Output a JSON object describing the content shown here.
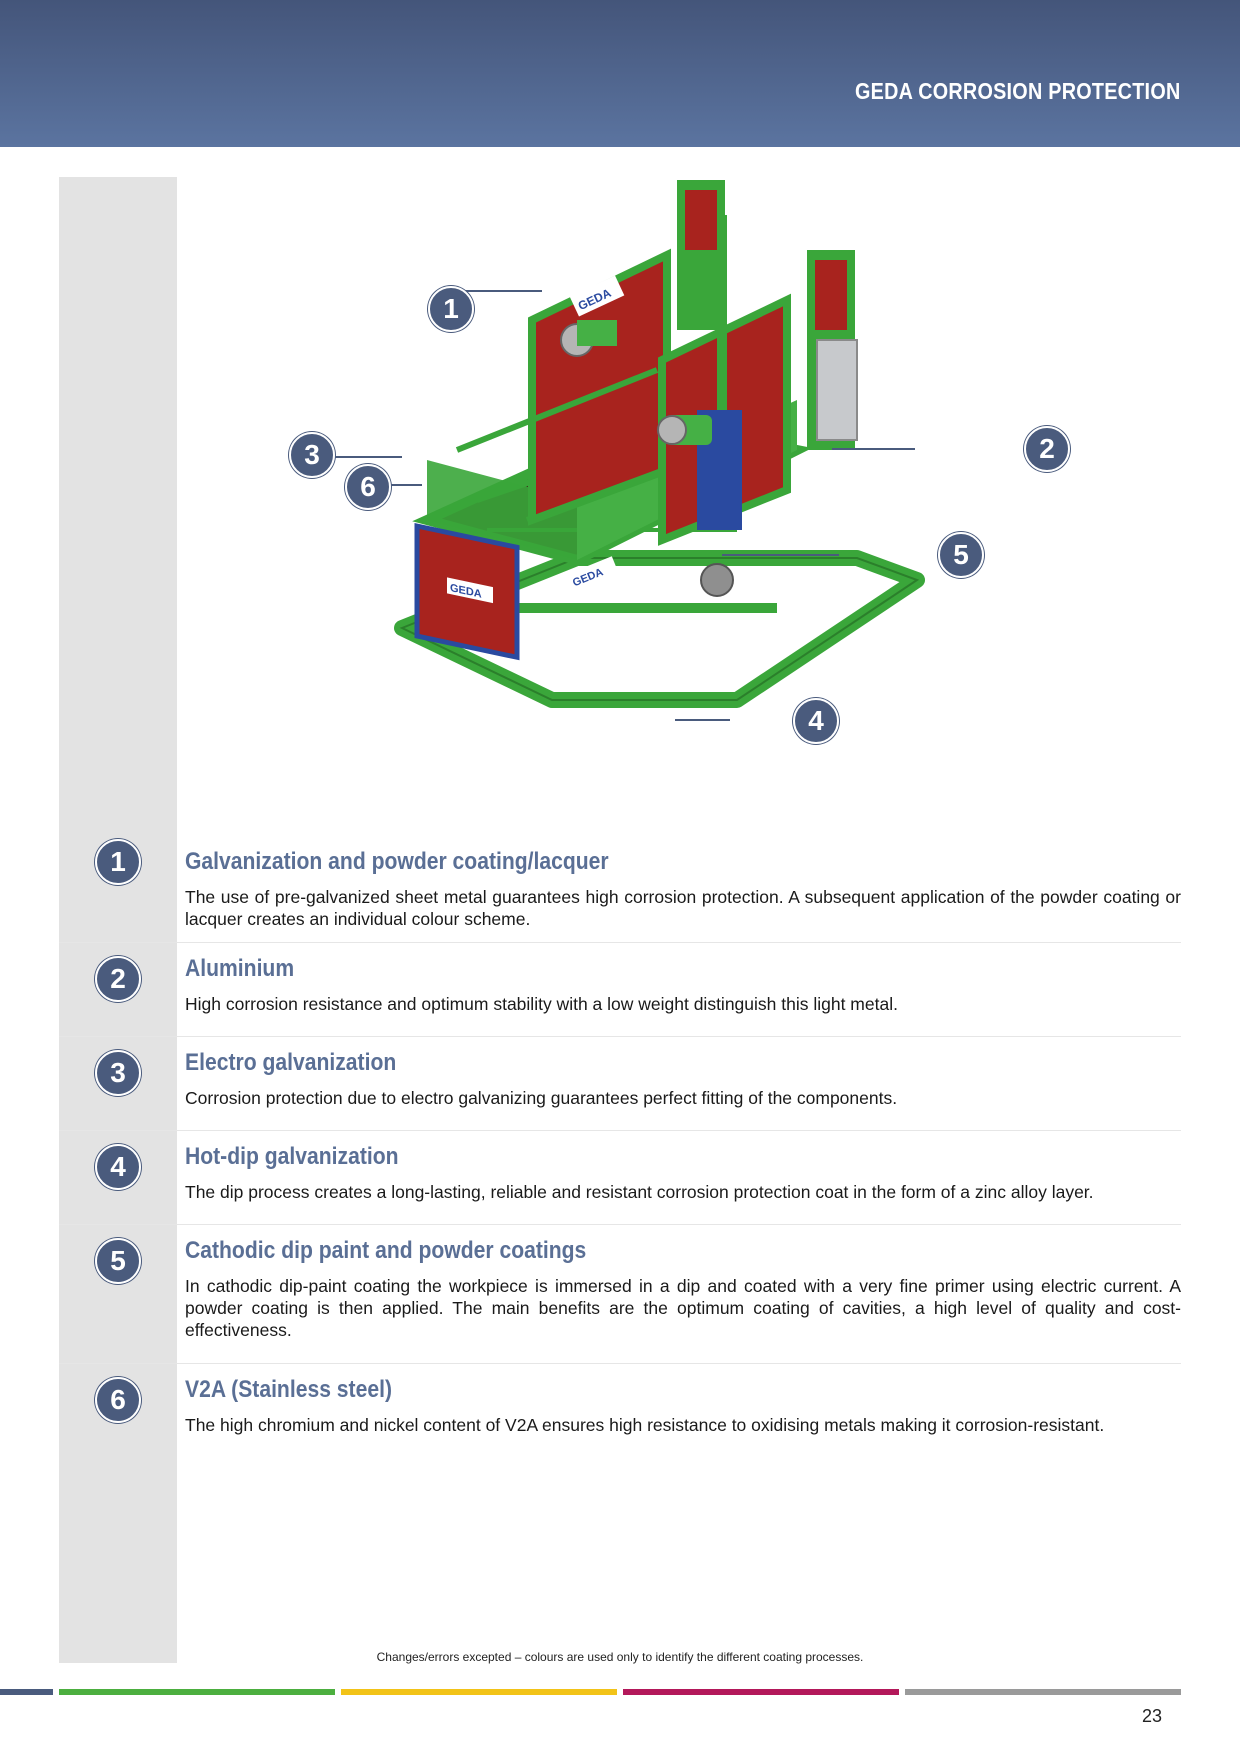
{
  "header": {
    "title": "GEDA CORROSION PROTECTION"
  },
  "figure": {
    "callouts": [
      "1",
      "2",
      "3",
      "6",
      "5",
      "4"
    ],
    "brand_labels": [
      "GEDA",
      "GEDA",
      "GEDA"
    ]
  },
  "sections": [
    {
      "number": "1",
      "title": "Galvanization and powder coating/lacquer",
      "text": "The use of pre-galvanized sheet metal guarantees high corrosion protection. A subsequent application of the powder coating or lacquer creates an individual colour scheme."
    },
    {
      "number": "2",
      "title": "Aluminium",
      "text": "High corrosion resistance and optimum stability with a low weight distinguish this light metal."
    },
    {
      "number": "3",
      "title": "Electro galvanization",
      "text": "Corrosion protection due to electro galvanizing guarantees perfect fitting of the components."
    },
    {
      "number": "4",
      "title": "Hot-dip galvanization",
      "text": "The dip process creates a long-lasting, reliable and resistant corrosion protection coat in the form of a zinc alloy layer."
    },
    {
      "number": "5",
      "title": "Cathodic dip paint and powder coatings",
      "text": "In cathodic dip-paint coating the workpiece is immersed in a dip and coated with a very fine primer using electric current. A powder coating is then applied. The main benefits are the optimum coating of cavities, a high level of quality and cost-effectiveness."
    },
    {
      "number": "6",
      "title": "V2A (Stainless steel)",
      "text": "The high chromium and nickel content of V2A ensures high resistance to oxidising metals making it corrosion-resistant."
    }
  ],
  "footer": {
    "note": "Changes/errors excepted – colours are used only to identify the different coating processes.",
    "page_number": "23",
    "color_bar": [
      "#4a5b7d",
      "#4caf3f",
      "#f2c318",
      "#b3185a",
      "#9a9a9a"
    ]
  },
  "colors": {
    "header_top": "#44557a",
    "header_bottom": "#5b74a0",
    "accent": "#5a6f95",
    "machine_green": "#3aa63a",
    "panel_red": "#a8231e",
    "frame_blue": "#2a4aa0"
  }
}
